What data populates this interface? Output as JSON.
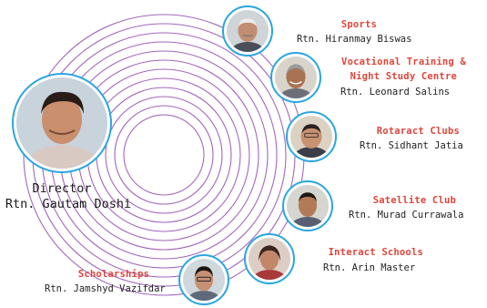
{
  "director": {
    "title": "Director",
    "name": "Rtn. Gautam Doshi"
  },
  "members": [
    {
      "role": "Sports",
      "name": "Rtn. Hiranmay Biswas"
    },
    {
      "role_line1": "Vocational Training &",
      "role_line2": "Night Study Centre",
      "name": "Rtn. Leonard Salins"
    },
    {
      "role": "Rotaract Clubs",
      "name": "Rtn. Sidhant Jatia"
    },
    {
      "role": "Satellite Club",
      "name": "Rtn. Murad Currawala"
    },
    {
      "role": "Interact Schools",
      "name": "Rtn. Arin Master"
    },
    {
      "role": "Scholarships",
      "name": "Rtn. Jamshyd Vazifdar"
    }
  ],
  "colors": {
    "ring": "#a466bd",
    "accent_border": "#2aa6df",
    "role_text": "#e0453a"
  }
}
